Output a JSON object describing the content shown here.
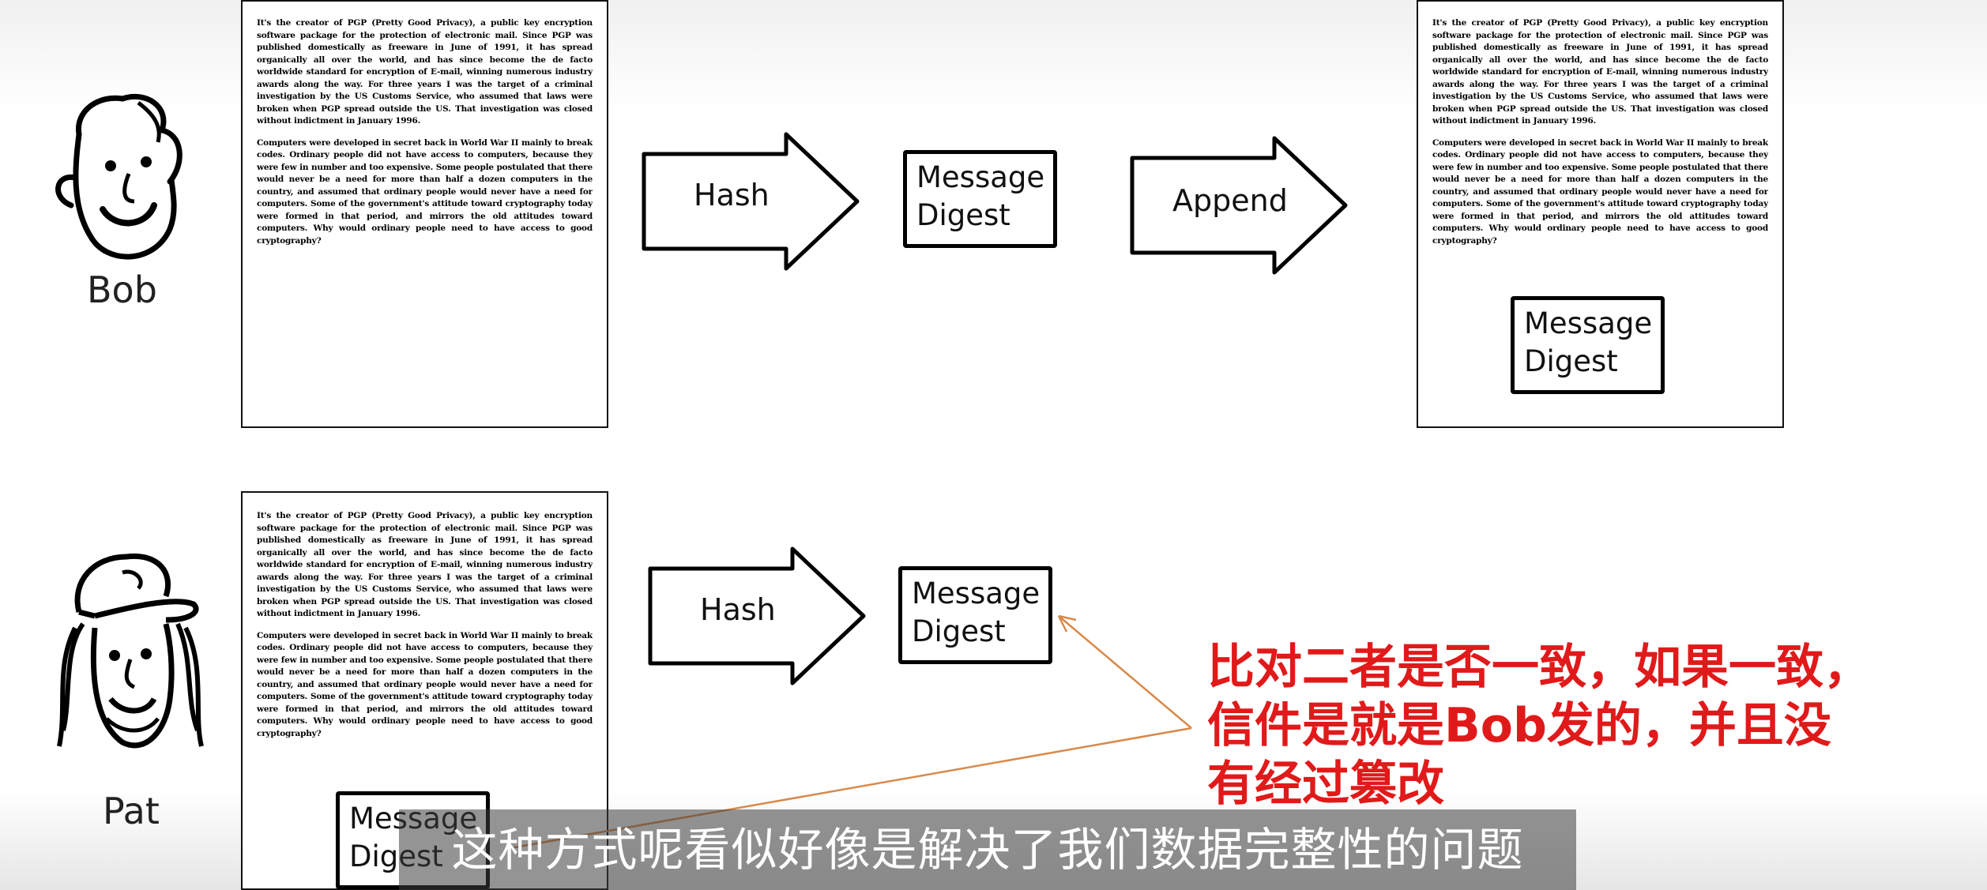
{
  "people": {
    "bob": "Bob",
    "pat": "Pat"
  },
  "document": {
    "para1": "It's the creator of PGP (Pretty Good Privacy), a public key encryption software package for the protection of electronic mail. Since PGP was published domestically as freeware in June of 1991, it has spread organically all over the world, and has since become the de facto worldwide standard for encryption of E-mail, winning numerous industry awards along the way. For three years I was the target of a criminal investigation by the US Customs Service, who assumed that laws were broken when PGP spread outside the US. That investigation was closed without indictment in January 1996.",
    "para2": "Computers were developed in secret back in World War II mainly to break codes. Ordinary people did not have access to computers, because they were few in number and too expensive. Some people postulated that there would never be a need for more than half a dozen computers in the country, and assumed that ordinary people would never have a need for computers. Some of the government's attitude toward cryptography today were formed in that period, and mirrors the old attitudes toward computers. Why would ordinary people need to have access to good cryptography?"
  },
  "arrows": {
    "hash_top": "Hash",
    "append": "Append",
    "hash_bottom": "Hash"
  },
  "message_digest": "Message\nDigest",
  "note": {
    "line1": "比对二者是否一致，如果一致，",
    "line2": "信件是就是Bob发的，并且没",
    "line3": "有经过篡改"
  },
  "subtitle": "这种方式呢看似好像是解决了我们数据完整性的问题",
  "colors": {
    "note_text": "#e01a1a",
    "pointer_line": "#d9894a"
  }
}
